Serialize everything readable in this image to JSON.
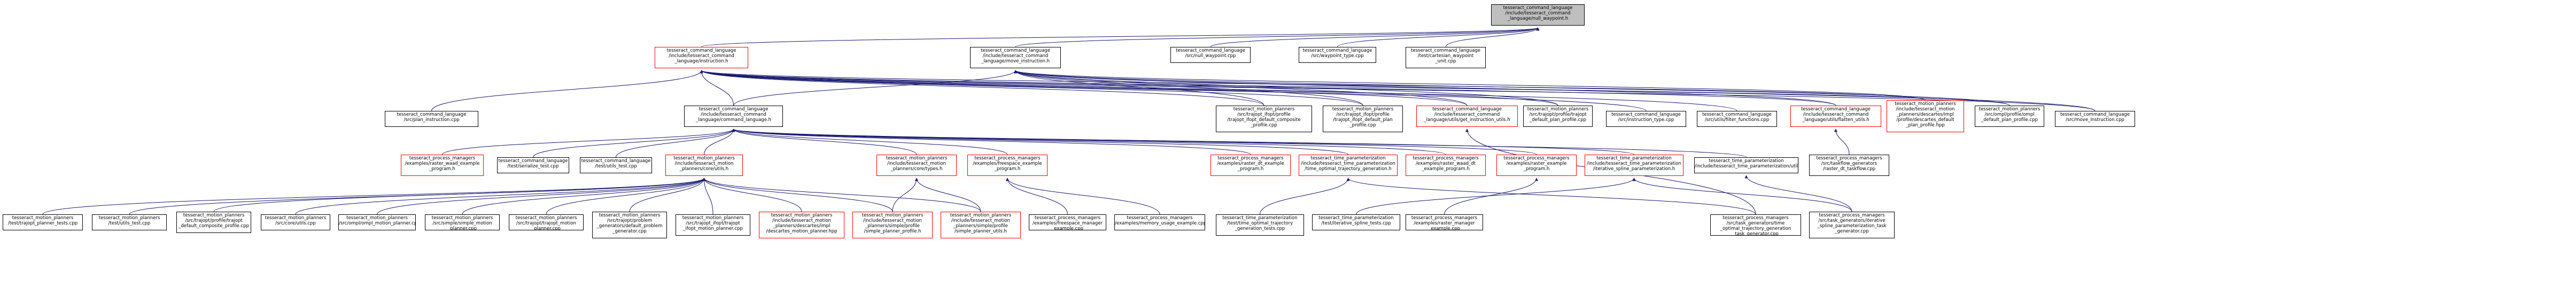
{
  "nodes": [
    {
      "id": "root",
      "lines": [
        "tesseract_command_language",
        "/include/tesseract_command",
        "_language/null_waypoint.h"
      ],
      "red": false,
      "root": true
    },
    {
      "id": "instruction_h",
      "lines": [
        "tesseract_command_language",
        "/include/tesseract_command",
        "_language/instruction.h"
      ],
      "red": true
    },
    {
      "id": "move_instruction_h",
      "lines": [
        "tesseract_command_language",
        "/include/tesseract_command",
        "_language/move_instruction.h"
      ],
      "red": false
    },
    {
      "id": "null_waypoint_cpp",
      "lines": [
        "tesseract_command_language",
        "/src/null_waypoint.cpp"
      ],
      "red": false
    },
    {
      "id": "waypoint_type_cpp",
      "lines": [
        "tesseract_command_language",
        "/src/waypoint_type.cpp"
      ],
      "red": false
    },
    {
      "id": "cartesian_waypoint_unit",
      "lines": [
        "tesseract_command_language",
        "/test/cartesian_waypoint",
        "_unit.cpp"
      ],
      "red": false
    },
    {
      "id": "plan_instruction_cpp",
      "lines": [
        "tesseract_command_language",
        "/src/plan_instruction.cpp"
      ],
      "red": false
    },
    {
      "id": "command_language_h",
      "lines": [
        "tesseract_command_language",
        "/include/tesseract_command",
        "_language/command_language.h"
      ],
      "red": false
    },
    {
      "id": "trajopt_ifopt_default_composite",
      "lines": [
        "tesseract_motion_planners",
        "/src/trajopt_ifopt/profile",
        "/trajopt_ifopt_default_composite",
        "_profile.cpp"
      ],
      "red": false
    },
    {
      "id": "trajopt_ifopt_default_plan",
      "lines": [
        "tesseract_motion_planners",
        "/src/trajopt_ifopt/profile",
        "/trajopt_ifopt_default_plan",
        "_profile.cpp"
      ],
      "red": false
    },
    {
      "id": "get_instruction_utils_h",
      "lines": [
        "tesseract_command_language",
        "/include/tesseract_command",
        "_language/utils/get_instruction_utils.h"
      ],
      "red": true
    },
    {
      "id": "trajopt_default_plan",
      "lines": [
        "tesseract_motion_planners",
        "/src/trajopt/profile/trajopt",
        "_default_plan_profile.cpp"
      ],
      "red": false
    },
    {
      "id": "instruction_type_cpp",
      "lines": [
        "tesseract_command_language",
        "/src/instruction_type.cpp"
      ],
      "red": false
    },
    {
      "id": "filter_functions_cpp",
      "lines": [
        "tesseract_command_language",
        "/src/utils/filter_functions.cpp"
      ],
      "red": false
    },
    {
      "id": "flatten_utils_h",
      "lines": [
        "tesseract_command_language",
        "/include/tesseract_command",
        "_language/utils/flatten_utils.h"
      ],
      "red": true
    },
    {
      "id": "descartes_default_plan",
      "lines": [
        "tesseract_motion_planners",
        "/include/tesseract_motion",
        "_planners/descartes/impl",
        "/profile/descartes_default",
        "_plan_profile.hpp"
      ],
      "red": true
    },
    {
      "id": "ompl_default_plan",
      "lines": [
        "tesseract_motion_planners",
        "/src/ompl/profile/ompl",
        "_default_plan_profile.cpp"
      ],
      "red": false
    },
    {
      "id": "move_instruction_cpp",
      "lines": [
        "tesseract_command_language",
        "/src/move_instruction.cpp"
      ],
      "red": false
    },
    {
      "id": "raster_waad_example",
      "lines": [
        "tesseract_process_managers",
        "/examples/raster_waad_example",
        "_program.h"
      ],
      "red": true
    },
    {
      "id": "serialize_test",
      "lines": [
        "tesseract_command_language",
        "/test/serialize_test.cpp"
      ],
      "red": false
    },
    {
      "id": "utils_test",
      "lines": [
        "tesseract_command_language",
        "/test/utils_test.cpp"
      ],
      "red": false
    },
    {
      "id": "core_utils_h",
      "lines": [
        "tesseract_motion_planners",
        "/include/tesseract_motion",
        "_planners/core/utils.h"
      ],
      "red": true
    },
    {
      "id": "core_types_h",
      "lines": [
        "tesseract_motion_planners",
        "/include/tesseract_motion",
        "_planners/core/types.h"
      ],
      "red": true
    },
    {
      "id": "freespace_example_h",
      "lines": [
        "tesseract_process_managers",
        "/examples/freespace_example",
        "_program.h"
      ],
      "red": true
    },
    {
      "id": "raster_dt_example",
      "lines": [
        "tesseract_process_managers",
        "/examples/raster_dt_example",
        "_program.h"
      ],
      "red": true
    },
    {
      "id": "time_optimal_trajectory_generation_h",
      "lines": [
        "tesseract_time_parameterization",
        "/include/tesseract_time_parameterization",
        "/time_optimal_trajectory_generation.h"
      ],
      "red": true
    },
    {
      "id": "raster_waad_dt_example",
      "lines": [
        "tesseract_process_managers",
        "/examples/raster_waad_dt",
        "_example_program.h"
      ],
      "red": true
    },
    {
      "id": "raster_example_h",
      "lines": [
        "tesseract_process_managers",
        "/examples/raster_example",
        "_program.h"
      ],
      "red": true
    },
    {
      "id": "iterative_spline_parameterization_h",
      "lines": [
        "tesseract_time_parameterization",
        "/include/tesseract_time_parameterization",
        "/iterative_spline_parameterization.h"
      ],
      "red": true
    },
    {
      "id": "tp_utils_h",
      "lines": [
        "tesseract_time_parameterization",
        "/include/tesseract_time_parameterization/utils.h"
      ],
      "red": false
    },
    {
      "id": "raster_dt_taskflow",
      "lines": [
        "tesseract_process_managers",
        "/src/taskflow_generators",
        "/raster_dt_taskflow.cpp"
      ],
      "red": false
    },
    {
      "id": "planner_tests",
      "lines": [
        "tesseract_motion_planners",
        "/test/trajopt_planner_tests.cpp"
      ],
      "red": false
    },
    {
      "id": "mp_utils_test",
      "lines": [
        "tesseract_motion_planners",
        "/test/utils_test.cpp"
      ],
      "red": false
    },
    {
      "id": "trajopt_default_composite",
      "lines": [
        "tesseract_motion_planners",
        "/src/trajopt/profile/trajopt",
        "_default_composite_profile.cpp"
      ],
      "red": false
    },
    {
      "id": "core_utils_cpp",
      "lines": [
        "tesseract_motion_planners",
        "/src/core/utils.cpp"
      ],
      "red": false
    },
    {
      "id": "ompl_motion_planner",
      "lines": [
        "tesseract_motion_planners",
        "/src/ompl/ompl_motion_planner.cpp"
      ],
      "red": false
    },
    {
      "id": "simple_motion_planner",
      "lines": [
        "tesseract_motion_planners",
        "/src/simple/simple_motion",
        "_planner.cpp"
      ],
      "red": false
    },
    {
      "id": "trajopt_motion_planner",
      "lines": [
        "tesseract_motion_planners",
        "/src/trajopt/trajopt_motion",
        "_planner.cpp"
      ],
      "red": false
    },
    {
      "id": "trajopt_problem_generator",
      "lines": [
        "tesseract_motion_planners",
        "/src/trajopt/problem",
        "_generators/default_problem",
        "_generator.cpp"
      ],
      "red": false
    },
    {
      "id": "trajopt_ifopt_motion_planner",
      "lines": [
        "tesseract_motion_planners",
        "/src/trajopt_ifopt/trajopt",
        "_ifopt_motion_planner.cpp"
      ],
      "red": false
    },
    {
      "id": "descartes_motion_planner",
      "lines": [
        "tesseract_motion_planners",
        "/include/tesseract_motion",
        "_planners/descartes/impl",
        "/descartes_motion_planner.hpp"
      ],
      "red": true
    },
    {
      "id": "simple_planner_profile",
      "lines": [
        "tesseract_motion_planners",
        "/include/tesseract_motion",
        "_planners/simple/profile",
        "/simple_planner_profile.h"
      ],
      "red": true
    },
    {
      "id": "simple_planner_utils",
      "lines": [
        "tesseract_motion_planners",
        "/include/tesseract_motion",
        "_planners/simple/profile",
        "/simple_planner_utils.h"
      ],
      "red": true
    },
    {
      "id": "freespace_manager_example",
      "lines": [
        "tesseract_process_managers",
        "/examples/freespace_manager",
        "_example.cpp"
      ],
      "red": false
    },
    {
      "id": "memory_usage_example",
      "lines": [
        "tesseract_process_managers",
        "/examples/memory_usage_example.cpp"
      ],
      "red": false
    },
    {
      "id": "time_optimal_tests",
      "lines": [
        "tesseract_time_parameterization",
        "/test/time_optimal_trajectory",
        "_generation_tests.cpp"
      ],
      "red": false
    },
    {
      "id": "iterative_spline_tests",
      "lines": [
        "tesseract_time_parameterization",
        "/test/iterative_spline_tests.cpp"
      ],
      "red": false
    },
    {
      "id": "raster_manager_example",
      "lines": [
        "tesseract_process_managers",
        "/examples/raster_manager",
        "_example.cpp"
      ],
      "red": false
    },
    {
      "id": "iterative_spline_time_task",
      "lines": [
        "tesseract_process_managers",
        "/src/task_generators/time",
        "_optimal_trajectory_generation",
        "_task_generator.cpp"
      ],
      "red": false
    },
    {
      "id": "iterative_spline_task",
      "lines": [
        "tesseract_process_managers",
        "/src/task_generators/iterative",
        "_spline_parameterization_task",
        "_generator.cpp"
      ],
      "red": false
    }
  ]
}
